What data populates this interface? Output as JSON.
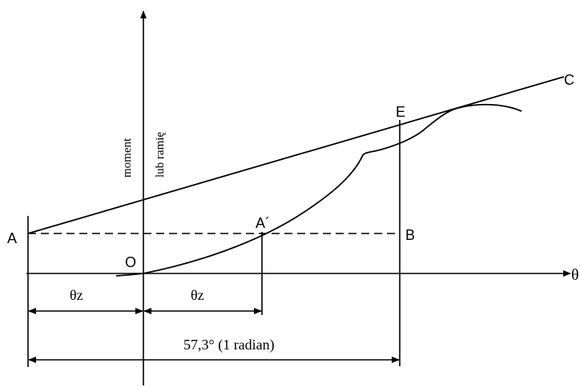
{
  "colors": {
    "line": "#000000",
    "background": "#ffffff"
  },
  "labels": {
    "point_a": "A",
    "point_a_prime": "A´",
    "point_b": "B",
    "point_c": "C",
    "point_e": "E",
    "point_o": "O",
    "x_axis": "θ",
    "y_axis_part1": "moment",
    "y_axis_part2": "lub ramię",
    "theta_z_left": "θz",
    "theta_z_right": "θz",
    "radian_dimension": "57,3° (1 radian)"
  }
}
